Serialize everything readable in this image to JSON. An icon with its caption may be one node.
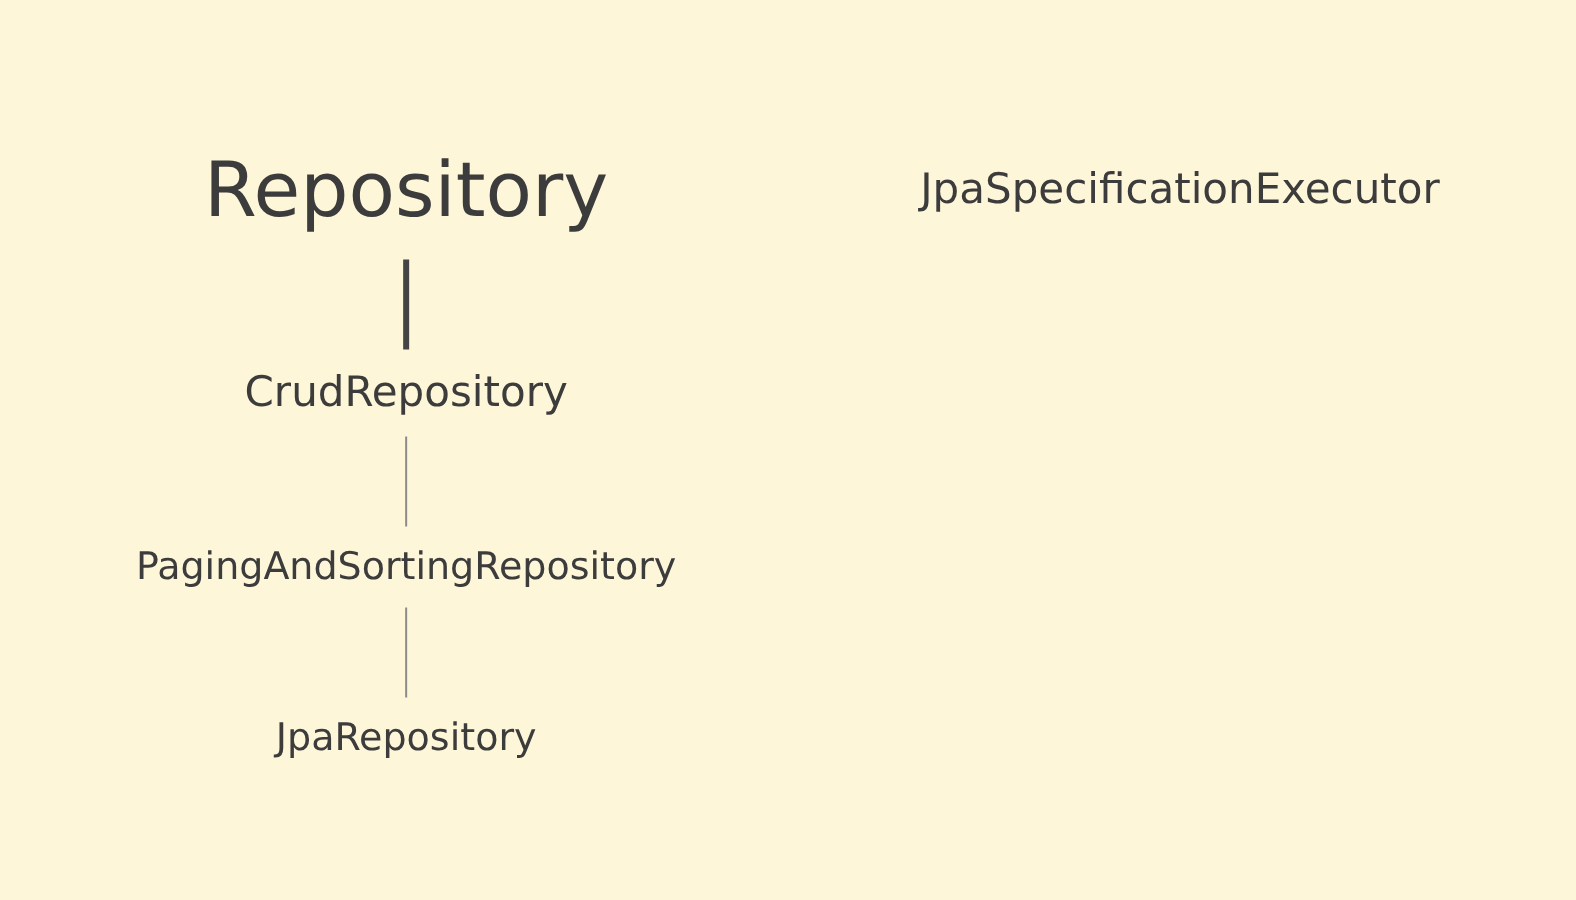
{
  "diagram": {
    "nodes": [
      {
        "text": [
          "Repository"
        ]
      },
      {
        "text": [
          "JpaSpecificationExecutor"
        ]
      },
      {
        "text": [
          "CrudRepository"
        ]
      },
      {
        "text": [
          "PagingAndSortingRepository"
        ]
      },
      {
        "text": [
          "JpaRepository"
        ]
      }
    ],
    "edges": [
      {
        "from": 0,
        "to": 2,
        "arrow": "none",
        "style": "thick",
        "color": "#444444"
      },
      {
        "from": 2,
        "to": 3,
        "arrow": "none"
      },
      {
        "from": 3,
        "to": 4,
        "arrow": "none"
      }
    ]
  }
}
